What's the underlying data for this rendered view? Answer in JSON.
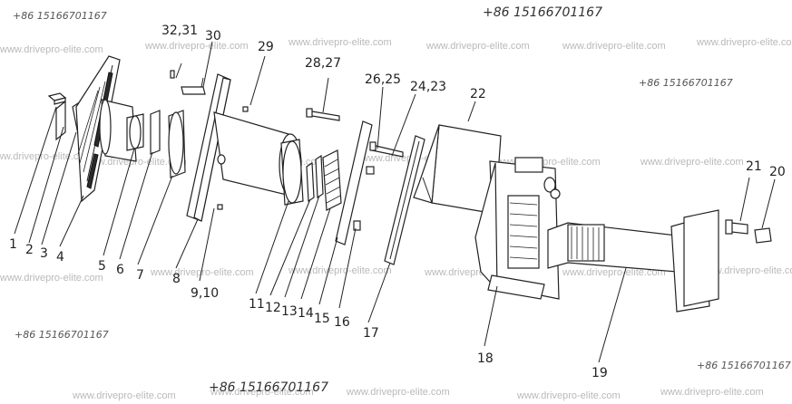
{
  "phone": "+86 15166701167",
  "watermark": "www.drivepro-elite.com",
  "labels": {
    "l1": "1",
    "l2": "2",
    "l3": "3",
    "l4": "4",
    "l5": "5",
    "l6": "6",
    "l7": "7",
    "l8": "8",
    "l9_10": "9,10",
    "l11": "11",
    "l12": "12",
    "l13": "13",
    "l14": "14",
    "l15": "15",
    "l16": "16",
    "l17": "17",
    "l18": "18",
    "l19": "19",
    "l20": "20",
    "l21": "21",
    "l22": "22",
    "l24_23": "24,23",
    "l26_25": "26,25",
    "l28_27": "28,27",
    "l29": "29",
    "l30": "30",
    "l32_31": "32,31"
  }
}
